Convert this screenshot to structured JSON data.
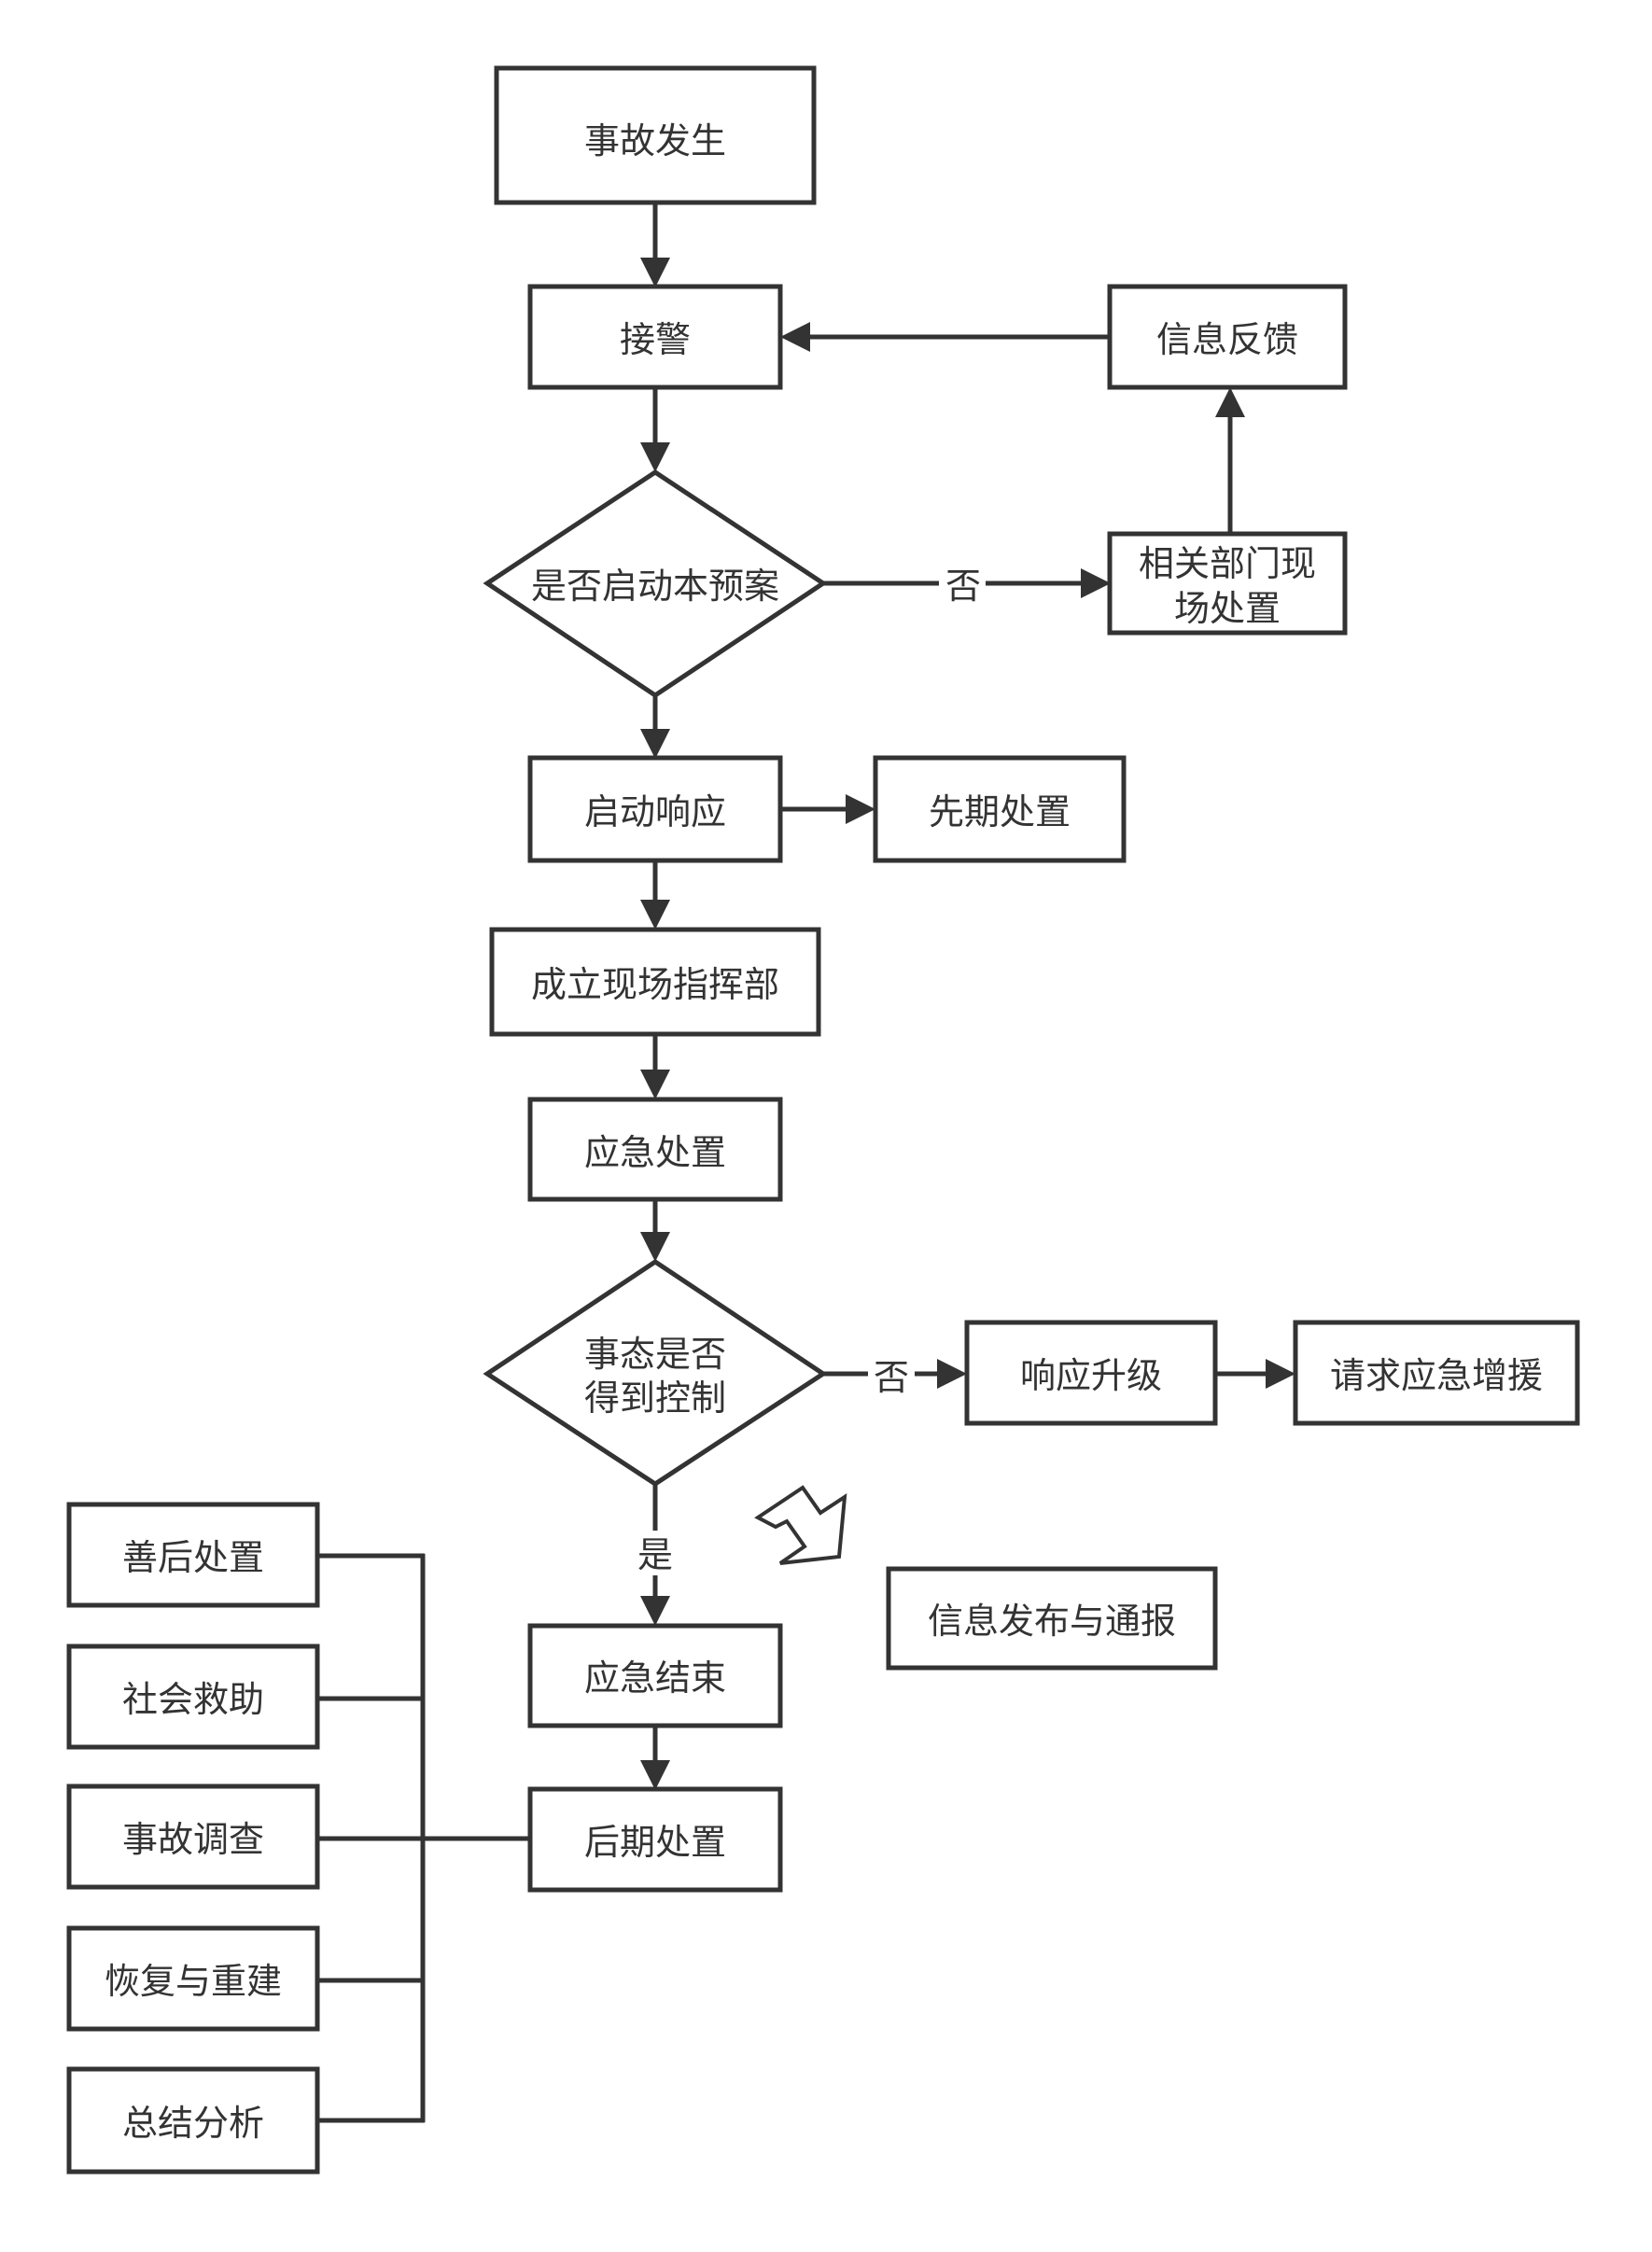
{
  "nodes": {
    "accident": "事故发生",
    "receive_alarm": "接警",
    "info_feedback": "信息反馈",
    "start_plan_question": "是否启动本预案",
    "dept_handling_line1": "相关部门现",
    "dept_handling_line2": "场处置",
    "start_response": "启动响应",
    "initial_handling": "先期处置",
    "command_post": "成立现场指挥部",
    "emergency_handling": "应急处置",
    "controlled_question_line1": "事态是否",
    "controlled_question_line2": "得到控制",
    "response_upgrade": "响应升级",
    "request_support": "请求应急增援",
    "info_release": "信息发布与通报",
    "emergency_end": "应急结束",
    "later_handling": "后期处置",
    "aftermath": "善后处置",
    "social_relief": "社会救助",
    "accident_investigation": "事故调查",
    "recovery_rebuild": "恢复与重建",
    "summary_analysis": "总结分析"
  },
  "edge_labels": {
    "no_1": "否",
    "no_2": "否",
    "yes": "是"
  }
}
